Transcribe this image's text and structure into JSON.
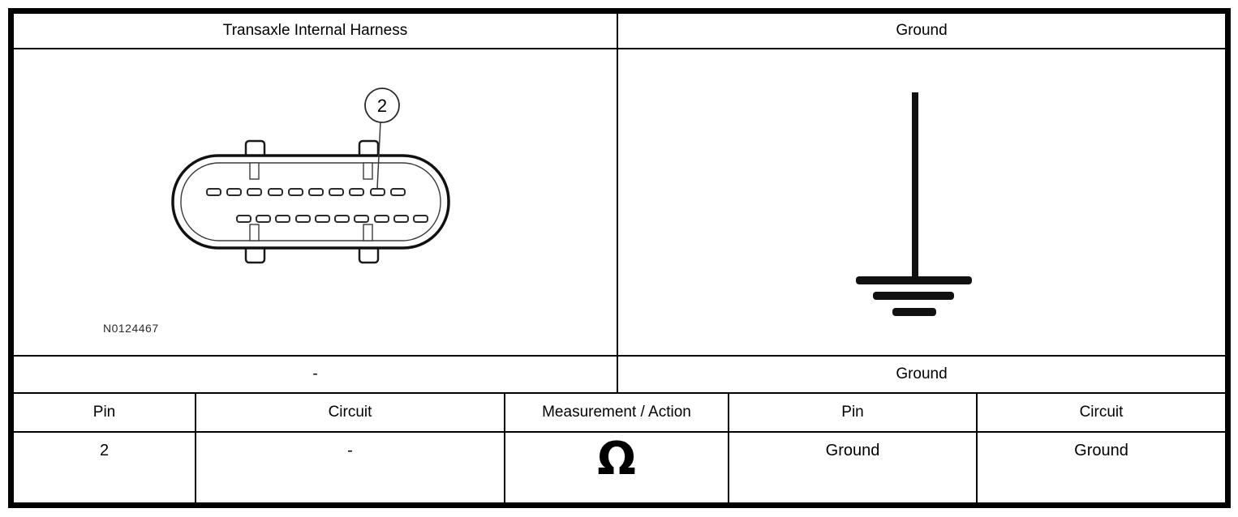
{
  "top_table": {
    "left_header": "Transaxle Internal Harness",
    "right_header": "Ground",
    "connector_figure": {
      "callout_label": "2",
      "figure_id": "N0124467",
      "icon": "20-pin-connector-face-diagram"
    },
    "ground_figure": {
      "icon": "earth-ground-symbol"
    },
    "left_caption": "-",
    "right_caption": "Ground"
  },
  "bottom_table": {
    "headers": [
      "Pin",
      "Circuit",
      "Measurement / Action",
      "Pin",
      "Circuit"
    ],
    "row": {
      "pin_left": "2",
      "circuit_left": "-",
      "measurement": "Ω",
      "pin_right": "Ground",
      "circuit_right": "Ground"
    }
  },
  "colors": {
    "line": "#000000",
    "background": "#ffffff"
  }
}
